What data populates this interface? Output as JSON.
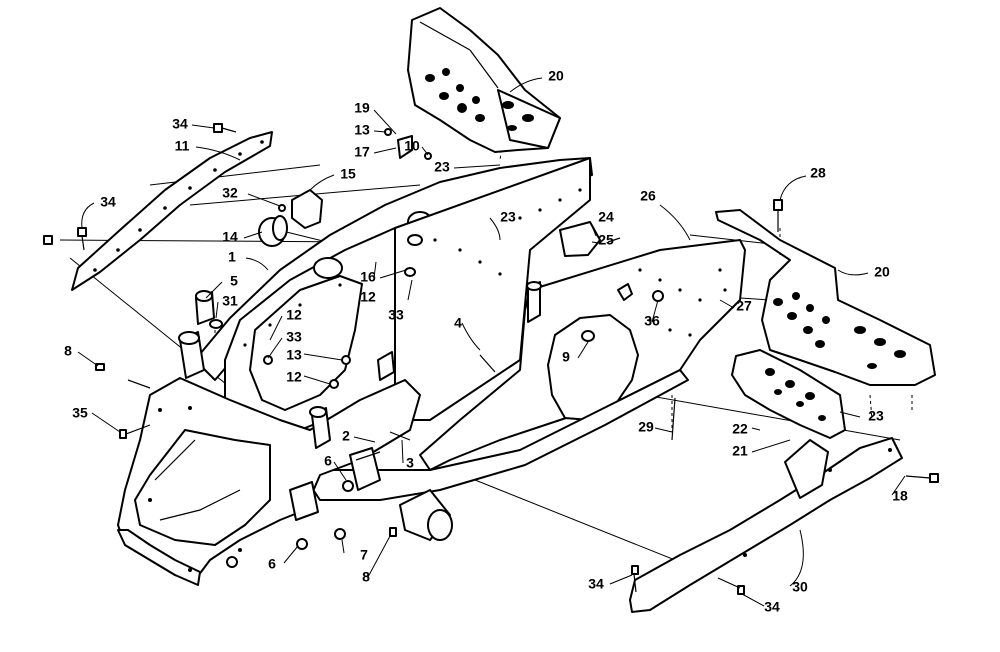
{
  "diagram": {
    "callouts": [
      {
        "id": "c20a",
        "text": "20"
      },
      {
        "id": "c19",
        "text": "19"
      },
      {
        "id": "c13a",
        "text": "13"
      },
      {
        "id": "c17",
        "text": "17"
      },
      {
        "id": "c10",
        "text": "10"
      },
      {
        "id": "c23a",
        "text": "23"
      },
      {
        "id": "c34a",
        "text": "34"
      },
      {
        "id": "c11",
        "text": "11"
      },
      {
        "id": "c15",
        "text": "15"
      },
      {
        "id": "c32",
        "text": "32"
      },
      {
        "id": "c34b",
        "text": "34"
      },
      {
        "id": "c14",
        "text": "14"
      },
      {
        "id": "c1",
        "text": "1"
      },
      {
        "id": "c5",
        "text": "5"
      },
      {
        "id": "c31",
        "text": "31"
      },
      {
        "id": "c16",
        "text": "16"
      },
      {
        "id": "c12a",
        "text": "12"
      },
      {
        "id": "c33a",
        "text": "33"
      },
      {
        "id": "c23b",
        "text": "23"
      },
      {
        "id": "c26",
        "text": "26"
      },
      {
        "id": "c24",
        "text": "24"
      },
      {
        "id": "c25",
        "text": "25"
      },
      {
        "id": "c28",
        "text": "28"
      },
      {
        "id": "c20b",
        "text": "20"
      },
      {
        "id": "c27",
        "text": "27"
      },
      {
        "id": "c36",
        "text": "36"
      },
      {
        "id": "c4",
        "text": "4"
      },
      {
        "id": "c9",
        "text": "9"
      },
      {
        "id": "c12b",
        "text": "12"
      },
      {
        "id": "c33b",
        "text": "33"
      },
      {
        "id": "c13b",
        "text": "13"
      },
      {
        "id": "c12c",
        "text": "12"
      },
      {
        "id": "c8a",
        "text": "8"
      },
      {
        "id": "c35",
        "text": "35"
      },
      {
        "id": "c2",
        "text": "2"
      },
      {
        "id": "c3",
        "text": "3"
      },
      {
        "id": "c6a",
        "text": "6"
      },
      {
        "id": "c29",
        "text": "29"
      },
      {
        "id": "c22",
        "text": "22"
      },
      {
        "id": "c21",
        "text": "21"
      },
      {
        "id": "c23c",
        "text": "23"
      },
      {
        "id": "c18",
        "text": "18"
      },
      {
        "id": "c6b",
        "text": "6"
      },
      {
        "id": "c7",
        "text": "7"
      },
      {
        "id": "c8b",
        "text": "8"
      },
      {
        "id": "c30",
        "text": "30"
      },
      {
        "id": "c34c",
        "text": "34"
      },
      {
        "id": "c34d",
        "text": "34"
      }
    ]
  }
}
